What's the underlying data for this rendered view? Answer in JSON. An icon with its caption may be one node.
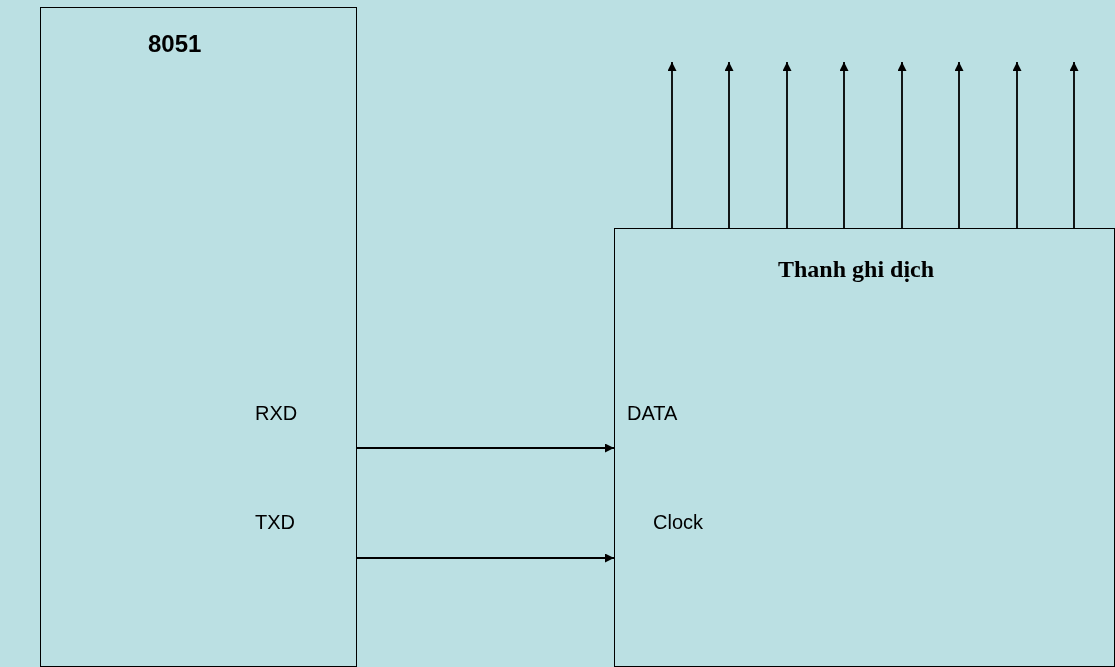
{
  "diagram": {
    "nodes": [
      {
        "text": [
          "8051"
        ]
      },
      {
        "text": [
          "Thanh ghi dịch"
        ]
      }
    ],
    "edges": [
      {
        "from": 0,
        "to": 1,
        "arrow": "to"
      },
      {
        "from": 0,
        "to": 1,
        "arrow": "to"
      },
      {
        "from": 1,
        "to": null,
        "arrow": "to"
      },
      {
        "from": 1,
        "to": null,
        "arrow": "to"
      },
      {
        "from": 1,
        "to": null,
        "arrow": "to"
      },
      {
        "from": 1,
        "to": null,
        "arrow": "to"
      },
      {
        "from": 1,
        "to": null,
        "arrow": "to"
      },
      {
        "from": 1,
        "to": null,
        "arrow": "to"
      },
      {
        "from": 1,
        "to": null,
        "arrow": "to"
      },
      {
        "from": 1,
        "to": null,
        "arrow": "to"
      }
    ],
    "labels": [
      "RXD",
      "DATA",
      "TXD",
      "Clock"
    ]
  }
}
